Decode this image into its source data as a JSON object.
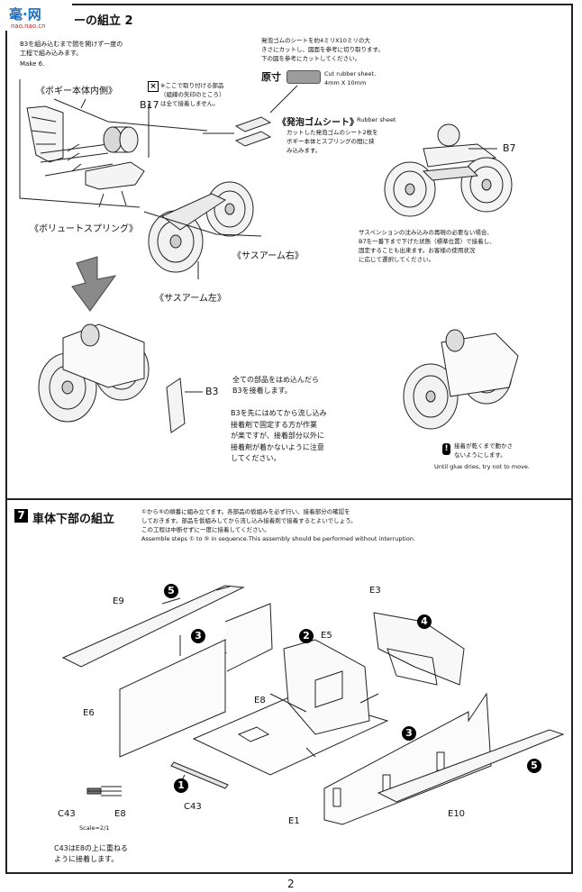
{
  "section6": {
    "header_suffix": "ーの組立 2",
    "intro_lines": [
      "B3を組み込むまで間を開けず一度の",
      "工程で組み込みます。"
    ],
    "make_note": "Make 6.",
    "rubber_note_lines": [
      "発泡ゴムのシートを約4ミリX10ミリの大",
      "きさにカットし、図面を参考に切り取ります。",
      "下の図を参考にカットしてください。"
    ],
    "actual_size_label": "原寸",
    "cut_note_lines": [
      "Cut rubber sheet.",
      "4mm X 10mm"
    ],
    "bogie_inner_label": "《ボギー本体内側》",
    "attach_note_lines": [
      "※ここで取り付ける部品",
      "（組線の矢印のところ）",
      "は全て接着しません。"
    ],
    "b17_label": "B17",
    "rubber_sheet_label": "《発泡ゴムシート》",
    "rubber_sheet_en": "Rubber sheet",
    "rubber_sheet_desc_lines": [
      "カットした発泡ゴムのシート2枚を",
      "ボギー本体とスプリングの間に挟",
      "み込みます。"
    ],
    "b7_label": "B7",
    "volute_label": "《ボリュートスプリング》",
    "sus_right_label": "《サスアーム右》",
    "sus_left_label": "《サスアーム左》",
    "suspension_note_lines": [
      "サスペンションの沈み込みの再現の必要ない場合、",
      "B7を一番下まで下げた状態（標準位置）で接着し、",
      "固定することも出来ます。お客様の使用状況",
      "に応じて選択してください。"
    ],
    "b3_label": "B3",
    "b3_note_lines": [
      "全ての部品をはめ込んだら",
      "B3を接着します。"
    ],
    "b3_detail_lines": [
      "B3を先にはめてから流し込み",
      "接着剤で固定する方が作業",
      "が楽ですが、接着部分以外に",
      "接着剤が着かないように注意",
      "してください。"
    ],
    "dry_note_lines": [
      "接着が乾くまで動かさ",
      "ないようにします。"
    ],
    "dry_note_en": "Until glue dries, try not to move."
  },
  "section7": {
    "step_number": "7",
    "title": "車体下部の組立",
    "desc_lines": [
      "①から⑤の順番に組み立てます。各部品の仮組みを必ず行い、接着部分の確認を",
      "しておきます。部品を仮組みしてから流し込み接着剤で接着するとよいでしょう。",
      "この工程は中断せずに一度に接着してください。"
    ],
    "desc_en": "Assemble steps ① to ⑤ in sequence.This assembly should be performed without interruption.",
    "parts": {
      "e9": "E9",
      "e6": "E6",
      "e8": "E8",
      "e5": "E5",
      "e3": "E3",
      "e1": "E1",
      "e10": "E10",
      "c43": "C43"
    },
    "step_circles": {
      "one": "1",
      "two": "2",
      "three": "3",
      "four": "4",
      "five": "5"
    },
    "detail_c43": "C43",
    "detail_e8": "E8",
    "scale": "Scale=2/1",
    "c43_note_lines": [
      "C43はE8の上に重ねる",
      "ように接着します。"
    ]
  },
  "page_number": "2"
}
